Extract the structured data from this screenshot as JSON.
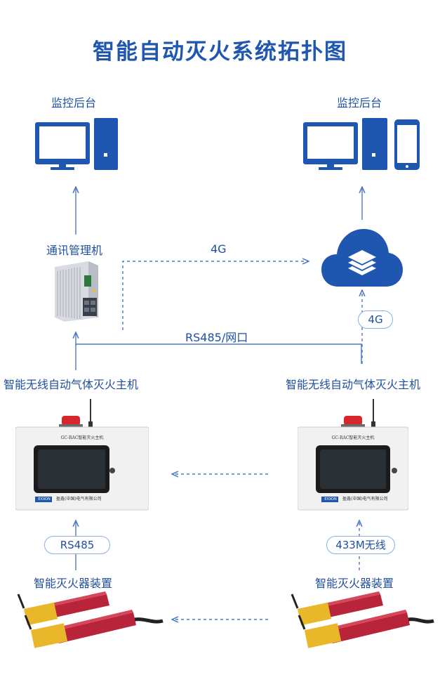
{
  "title": "智能自动灭火系统拓扑图",
  "nodes": {
    "left_backend": {
      "label": "监控后台"
    },
    "right_backend": {
      "label": "监控后台"
    },
    "comm_manager": {
      "label": "通讯管理机"
    },
    "left_host": {
      "label": "智能无线自动气体灭火主机",
      "panel_title": "GC-RAC智能灭火主机",
      "brand": "盈鑫(中国)电气有限公司",
      "badge": "EXXON"
    },
    "right_host": {
      "label": "智能无线自动气体灭火主机",
      "panel_title": "GC-RAC智能灭火主机",
      "brand": "盈鑫(中国)电气有限公司",
      "badge": "EXXON"
    },
    "left_devices": {
      "label": "智能灭火器装置"
    },
    "right_devices": {
      "label": "智能灭火器装置"
    }
  },
  "links": {
    "comm_to_cloud": "4G",
    "cloud_pill": "4G",
    "bus": "RS485/网口",
    "left_pill": "RS485",
    "right_pill": "433M无线"
  },
  "colors": {
    "brand_blue": "#1e56b0",
    "line": "#4e79c4",
    "alarm_red": "#d9262c",
    "device_red": "#b8253a",
    "device_yellow": "#e8b82a"
  },
  "icons": [
    "desktop-monitor-icon",
    "tower-pc-icon",
    "smartphone-icon",
    "cloud-layers-icon",
    "router-device-icon",
    "alarm-light-icon",
    "antenna-icon"
  ]
}
